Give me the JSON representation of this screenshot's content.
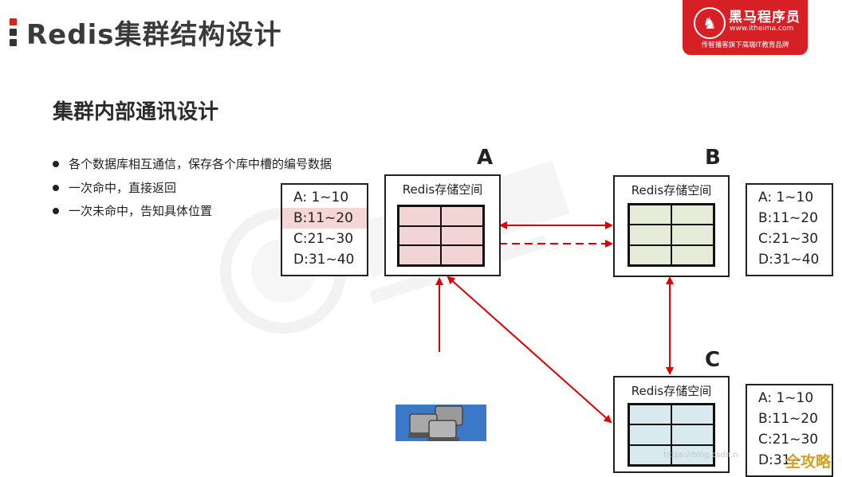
{
  "header": {
    "title": "Redis集群结构设计"
  },
  "logo": {
    "name": "黑马程序员",
    "url": "www.itheima.com",
    "slogan": "传智播客旗下高端IT教育品牌",
    "icon": "horse-logo-icon",
    "bg_color": "#d71f26"
  },
  "section": {
    "title": "集群内部通讯设计"
  },
  "bullets": [
    "各个数据库相互通信，保存各个库中槽的编号数据",
    "一次命中，直接返回",
    "一次未命中，告知具体位置"
  ],
  "nodes": {
    "a": {
      "label": "A",
      "title": "Redis存储空间"
    },
    "b": {
      "label": "B",
      "title": "Redis存储空间"
    },
    "c": {
      "label": "C",
      "title": "Redis存储空间"
    }
  },
  "slot_tables": {
    "a": [
      "A:  1~10",
      "B:11~20",
      "C:21~30",
      "D:31~40"
    ],
    "b": [
      "A:  1~10",
      "B:11~20",
      "C:21~30",
      "D:31~40"
    ],
    "c": [
      "A:  1~10",
      "B:11~20",
      "C:21~30",
      "D:31~"
    ]
  },
  "footer": {
    "url_text": "https://blog.csdn.n",
    "brand": "全攻略"
  },
  "colors": {
    "arrow": "#e00000",
    "client": "#3c78c8"
  }
}
